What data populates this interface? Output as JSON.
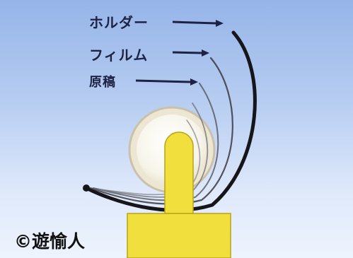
{
  "labels": {
    "holder": "ホルダー",
    "film": "フィルム",
    "original": "原稿"
  },
  "copyright": "©遊愉人",
  "colors": {
    "background_top": "#95b4e8",
    "background_bottom": "#eef4fd",
    "arrow": "#1d2345",
    "drum": "#f7f5ea",
    "drum_ring": "#d8d1bd",
    "stand": "#f0df3c",
    "stand_edge": "#b8a416"
  }
}
